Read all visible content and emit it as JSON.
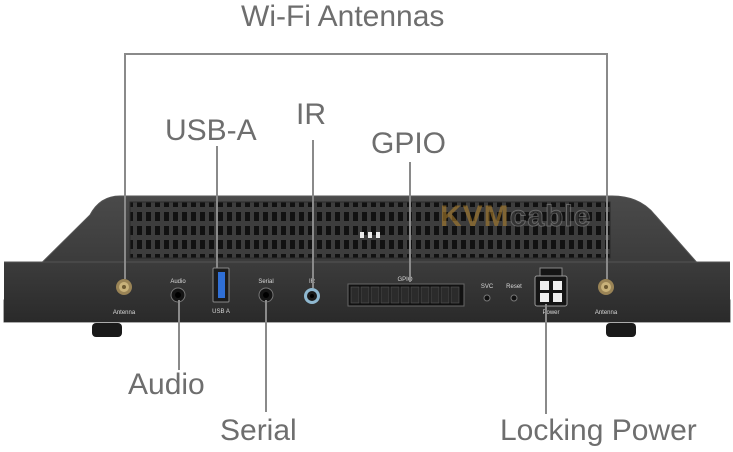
{
  "callouts": {
    "wifi_antennas": "Wi-Fi Antennas",
    "usb_a": "USB-A",
    "ir": "IR",
    "gpio": "GPIO",
    "audio": "Audio",
    "serial": "Serial",
    "locking_power": "Locking Power"
  },
  "panel_labels": {
    "antenna_left": "Antenna",
    "audio": "Audio",
    "usb_a": "USB A",
    "serial": "Serial",
    "ir": "IR",
    "gpio": "GPIO",
    "svc": "SVC",
    "reset": "Reset",
    "power": "Power",
    "antenna_right": "Antenna"
  },
  "watermark": {
    "part1": "KVM",
    "part2": "cable"
  },
  "colors": {
    "callout_text": "#6e6e6e",
    "device_body": "#3a3a3a",
    "usb_blue": "#2f6fd6",
    "watermark_orange": "#b8862e"
  }
}
